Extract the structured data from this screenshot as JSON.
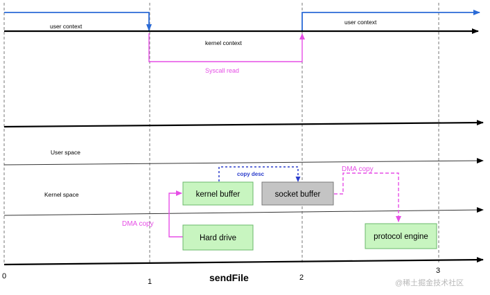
{
  "timeline": {
    "user_context_left": "user context",
    "user_context_right": "user context",
    "kernel_context": "kernel context",
    "syscall_label": "Syscall read"
  },
  "memory": {
    "user_space": "User space",
    "kernel_space": "Kernel  space"
  },
  "boxes": {
    "kernel_buffer": "kernel buffer",
    "socket_buffer": "socket buffer",
    "hard_drive": "Hard drive",
    "protocol_engine": "protocol engine"
  },
  "labels": {
    "dma_copy_left": "DMA copy",
    "dma_copy_right": "DMA copy",
    "copy_desc": "copy desc"
  },
  "axis": {
    "ticks": [
      "0",
      "1",
      "2",
      "3"
    ],
    "title": "sendFile"
  },
  "watermark": "@稀土掘金技术社区",
  "colors": {
    "black": "#000000",
    "blue": "#2a6ad6",
    "desc_blue": "#2a3ccc",
    "magenta": "#e64ee6",
    "green_box": "#c8f5c0",
    "green_border": "#6ab86a",
    "grey_box": "#c4c4c4"
  }
}
